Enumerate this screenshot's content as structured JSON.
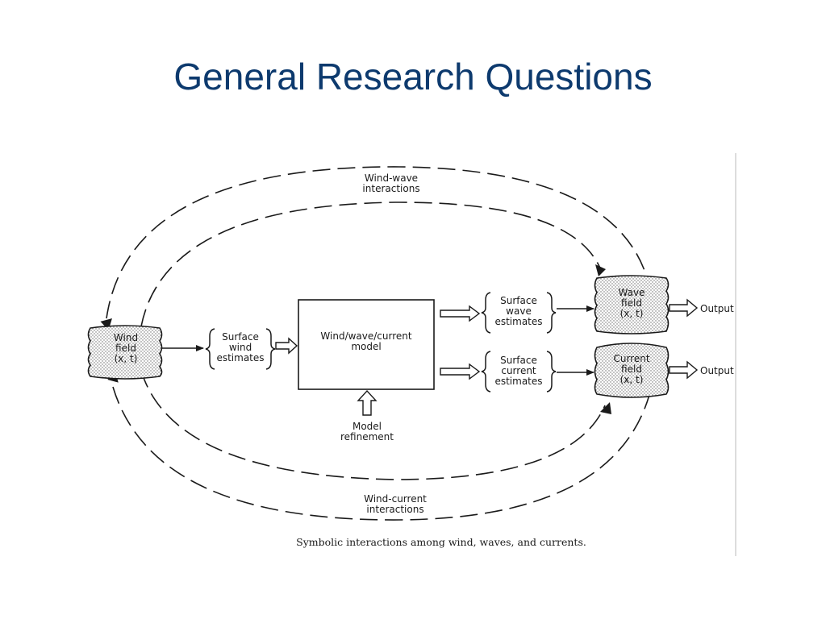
{
  "slide": {
    "title": "General Research Questions"
  },
  "diagram": {
    "arcs": {
      "top": "Wind-wave interactions",
      "bottom": "Wind-current interactions"
    },
    "nodes": {
      "wind_field": {
        "line1": "Wind",
        "line2": "field",
        "line3": "(x, t)"
      },
      "wave_field": {
        "line1": "Wave",
        "line2": "field",
        "line3": "(x, t)"
      },
      "current_field": {
        "line1": "Current",
        "line2": "field",
        "line3": "(x, t)"
      },
      "model": {
        "line1": "Wind/wave/current",
        "line2": "model"
      },
      "surface_wind": {
        "line1": "Surface",
        "line2": "wind",
        "line3": "estimates"
      },
      "surface_wave": {
        "line1": "Surface",
        "line2": "wave",
        "line3": "estimates"
      },
      "surface_current": {
        "line1": "Surface",
        "line2": "current",
        "line3": "estimates"
      },
      "refinement": {
        "line1": "Model",
        "line2": "refinement"
      }
    },
    "outputs": {
      "wave": "Output",
      "current": "Output"
    },
    "caption": "Symbolic interactions among wind, waves, and currents."
  }
}
